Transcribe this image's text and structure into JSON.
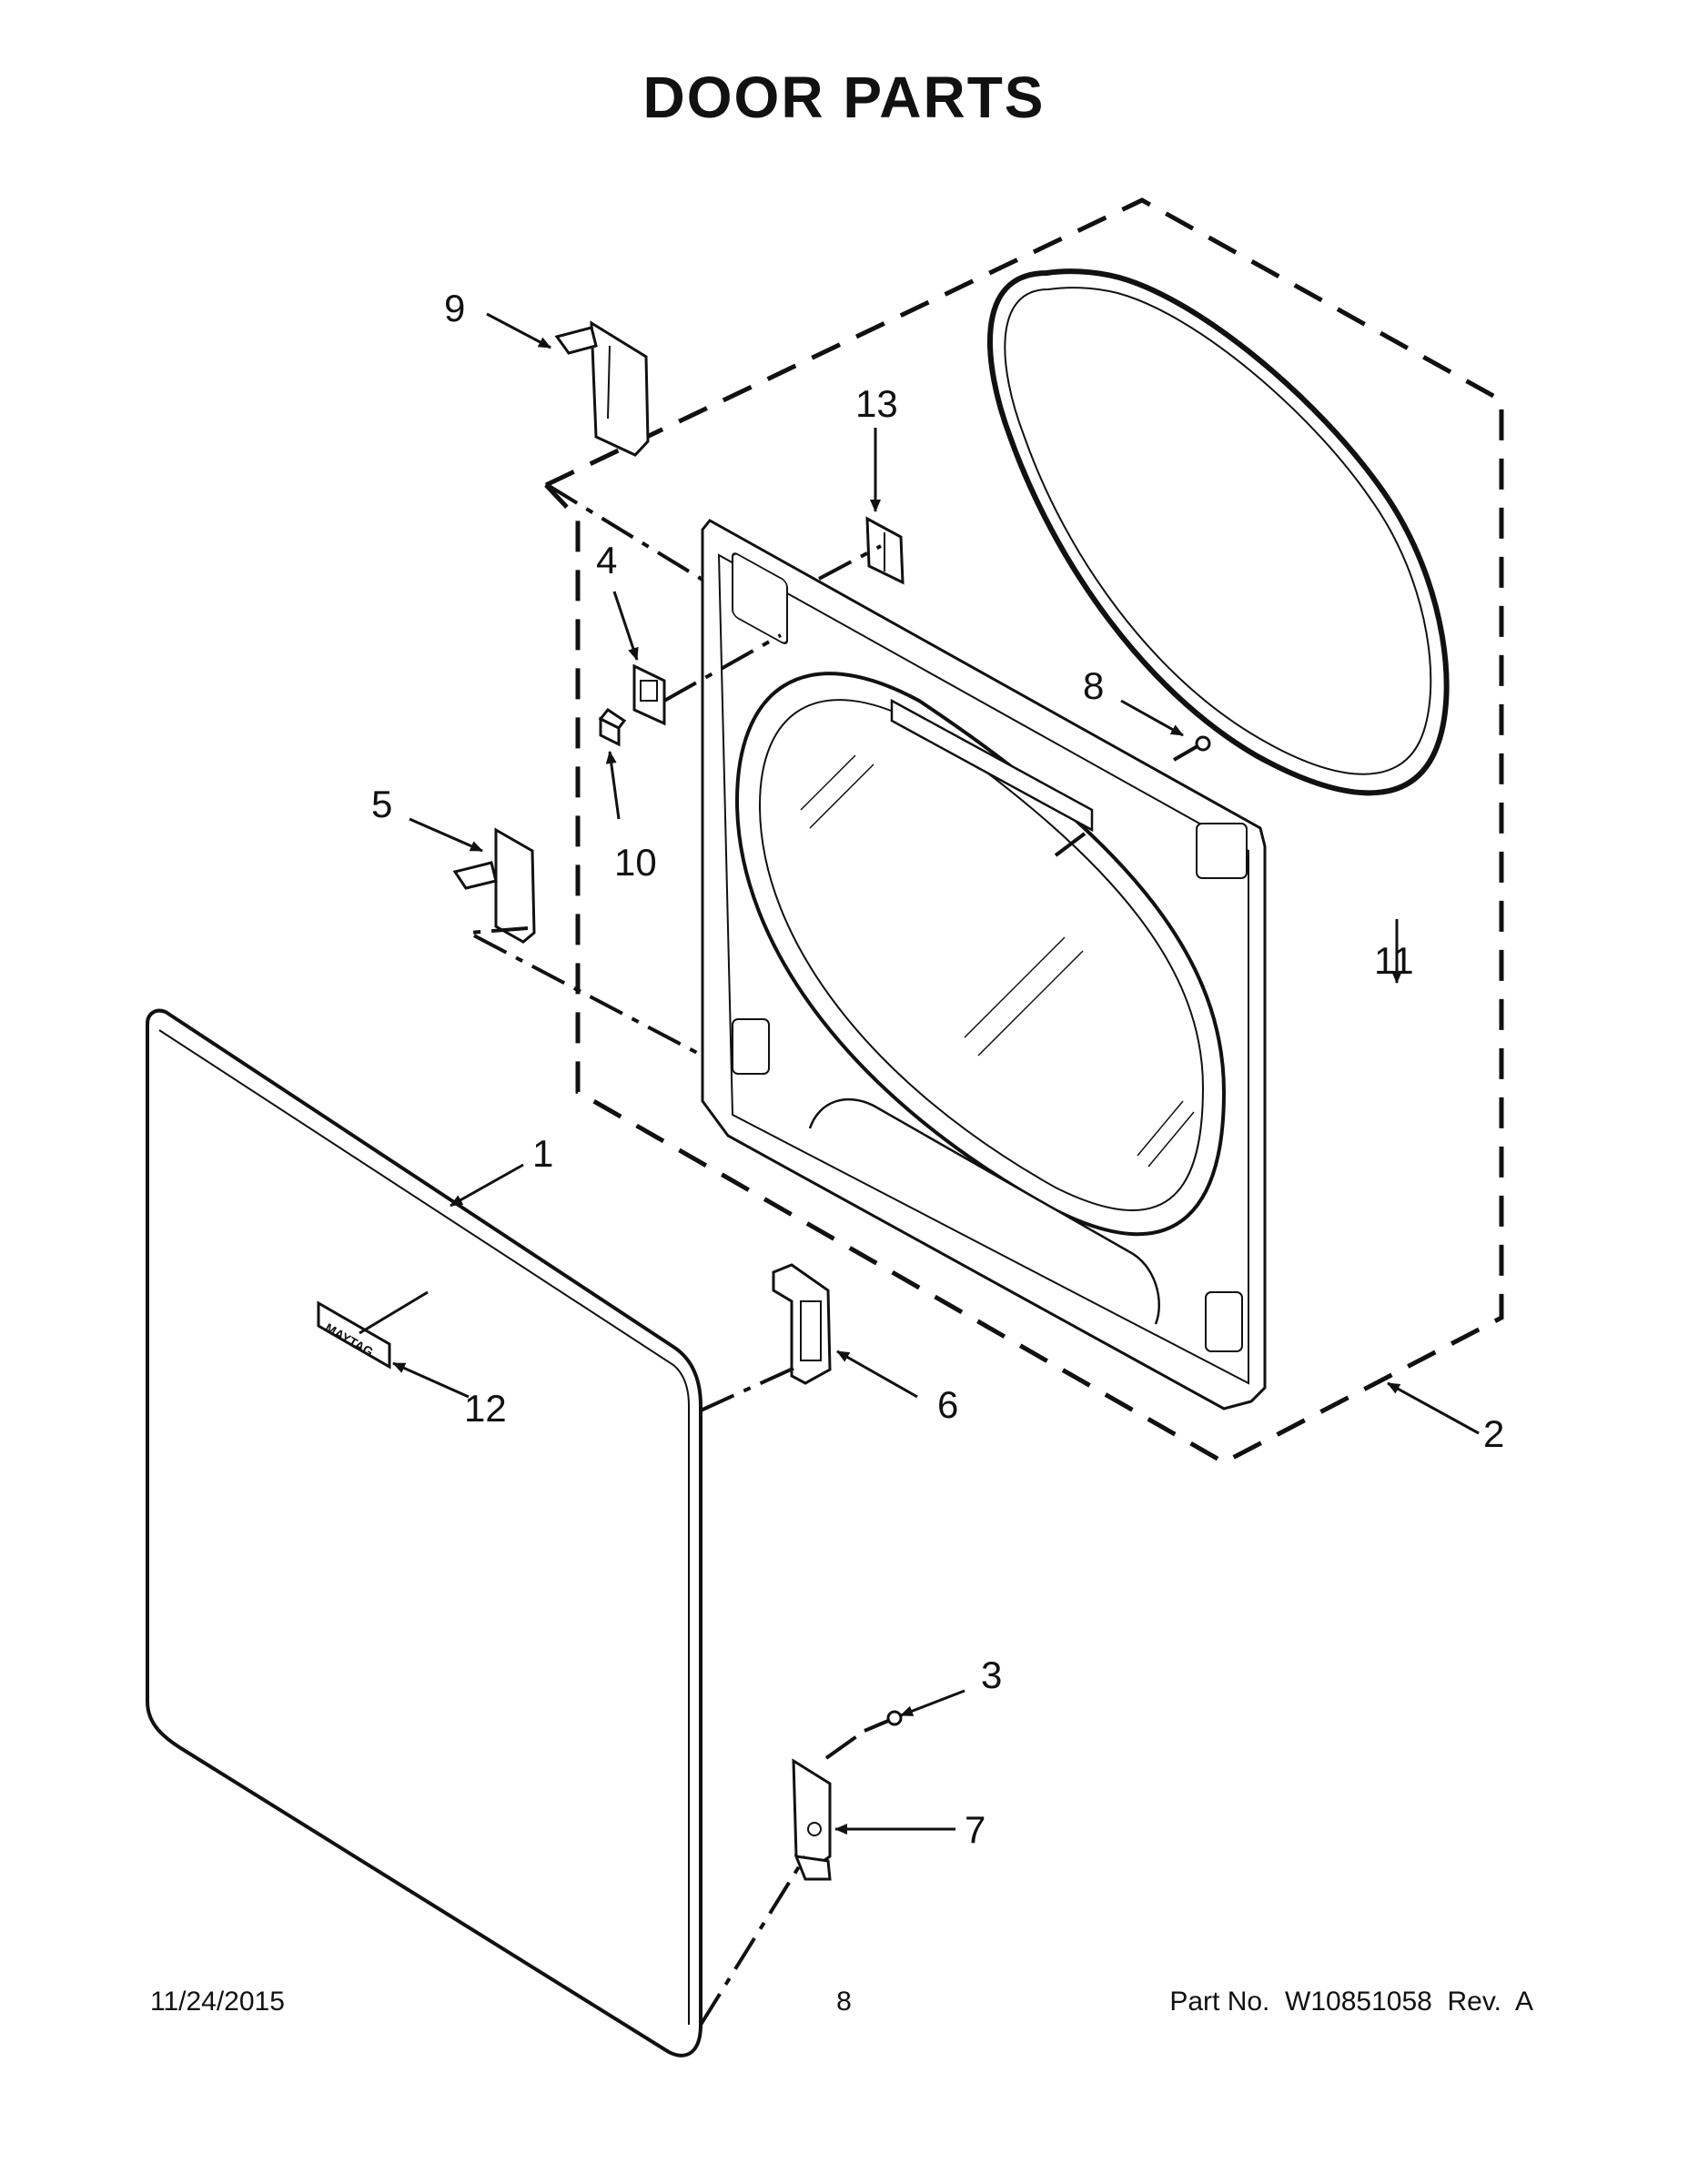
{
  "title": "DOOR PARTS",
  "footer": {
    "date": "11/24/2015",
    "page_number": "8",
    "part_number": "Part No.  W10851058  Rev.  A"
  },
  "callouts": {
    "c1": "1",
    "c2": "2",
    "c3": "3",
    "c4": "4",
    "c5": "5",
    "c6": "6",
    "c7": "7",
    "c8": "8",
    "c9": "9",
    "c10": "10",
    "c11": "11",
    "c12": "12",
    "c13": "13"
  },
  "logo_text": "MAYTAG",
  "colors": {
    "line": "#111111",
    "background": "#ffffff",
    "part_fill": "#ffffff"
  }
}
